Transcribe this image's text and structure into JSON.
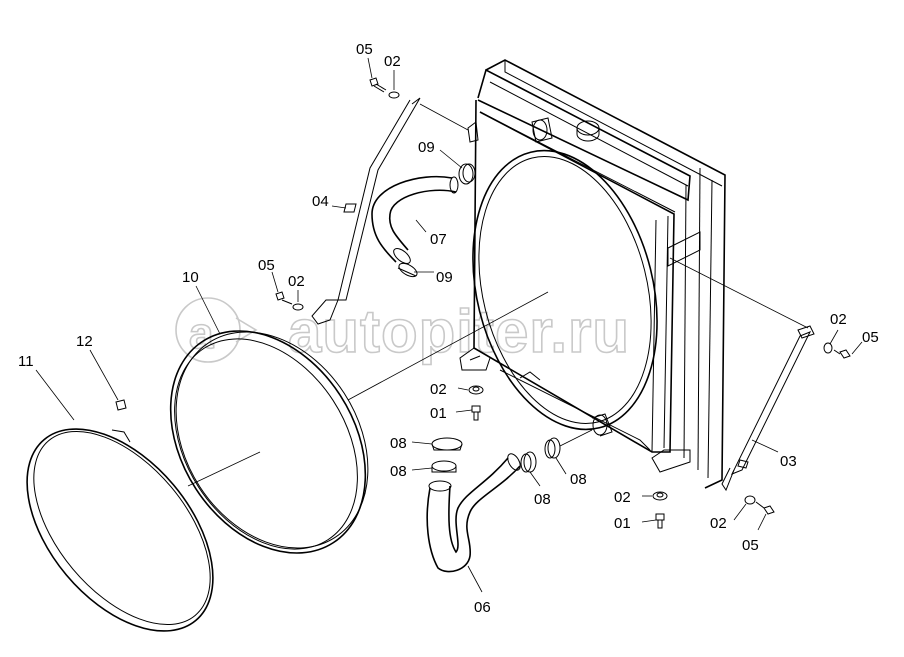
{
  "watermark": {
    "text": "autopiter.ru",
    "icon": "a-arrow-logo-icon"
  },
  "callouts": [
    {
      "id": "lbl-05-a",
      "text": "05"
    },
    {
      "id": "lbl-02-a",
      "text": "02"
    },
    {
      "id": "lbl-09-a",
      "text": "09"
    },
    {
      "id": "lbl-04",
      "text": "04"
    },
    {
      "id": "lbl-07",
      "text": "07"
    },
    {
      "id": "lbl-09-b",
      "text": "09"
    },
    {
      "id": "lbl-05-b",
      "text": "05"
    },
    {
      "id": "lbl-02-b",
      "text": "02"
    },
    {
      "id": "lbl-10",
      "text": "10"
    },
    {
      "id": "lbl-12",
      "text": "12"
    },
    {
      "id": "lbl-11",
      "text": "11"
    },
    {
      "id": "lbl-02-c",
      "text": "02"
    },
    {
      "id": "lbl-01-a",
      "text": "01"
    },
    {
      "id": "lbl-08-a",
      "text": "08"
    },
    {
      "id": "lbl-08-b",
      "text": "08"
    },
    {
      "id": "lbl-08-c",
      "text": "08"
    },
    {
      "id": "lbl-08-d",
      "text": "08"
    },
    {
      "id": "lbl-06",
      "text": "06"
    },
    {
      "id": "lbl-02-d",
      "text": "02"
    },
    {
      "id": "lbl-01-b",
      "text": "01"
    },
    {
      "id": "lbl-02-e",
      "text": "02"
    },
    {
      "id": "lbl-05-c",
      "text": "05"
    },
    {
      "id": "lbl-02-f",
      "text": "02"
    },
    {
      "id": "lbl-05-d",
      "text": "05"
    },
    {
      "id": "lbl-03",
      "text": "03"
    }
  ]
}
